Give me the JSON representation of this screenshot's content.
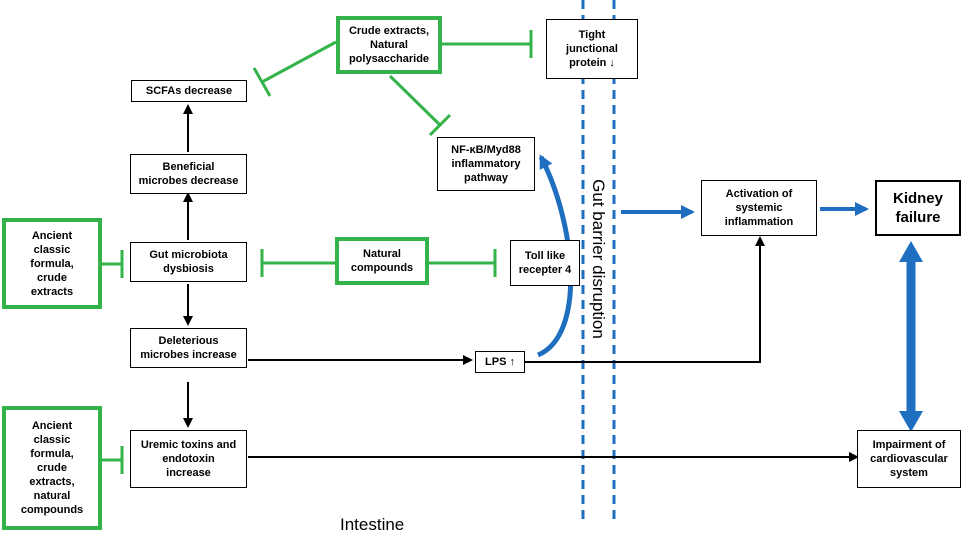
{
  "nodes": {
    "crude_top": "Crude extracts,\nNatural\npolysaccharide",
    "tight_junction": "Tight\njunctional\nprotein ↓",
    "scfas": "SCFAs decrease",
    "nfkb": "NF-κB/Myd88\ninflammatory\npathway",
    "beneficial": "Beneficial\nmicrobes decrease",
    "activation": "Activation of\nsystemic\ninflammation",
    "kidney": "Kidney\nfailure",
    "ancient_top": "Ancient\nclassic\nformula,\ncrude\nextracts",
    "dysbiosis": "Gut microbiota\ndysbiosis",
    "natural_compounds": "Natural\ncompounds",
    "tlr4": "Toll like\nrecepter 4",
    "deleterious": "Deleterious\nmicrobes increase",
    "lps": "LPS ↑",
    "ancient_bottom": "Ancient\nclassic\nformula,\ncrude\nextracts,\nnatural\ncompounds",
    "uremic": "Uremic toxins and\nendotoxin\nincrease",
    "cardio": "Impairment of\ncardiovascular\nsystem"
  },
  "labels": {
    "gut_barrier": "Gut barrier disruption",
    "intestine": "Intestine"
  },
  "colors": {
    "inhibit_green": "#33b34a",
    "barrier_blue": "#1f6fc0",
    "arrow_black": "#000000"
  }
}
